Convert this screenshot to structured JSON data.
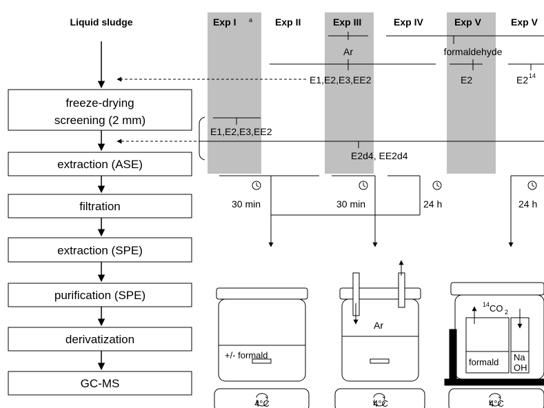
{
  "left_column": {
    "title": "Liquid sludge",
    "steps": [
      "freeze-drying\nscreening (2 mm)",
      "extraction (ASE)",
      "filtration",
      "extraction (SPE)",
      "purification (SPE)",
      "derivatization",
      "GC-MS"
    ]
  },
  "experiments": [
    {
      "label": "Exp I",
      "superscript": "a",
      "shaded": true
    },
    {
      "label": "Exp II",
      "shaded": false
    },
    {
      "label": "Exp III",
      "shaded": true
    },
    {
      "label": "Exp IV",
      "shaded": false
    },
    {
      "label": "Exp V",
      "shaded": true
    },
    {
      "label": "Exp V",
      "shaded": false
    }
  ],
  "labels": {
    "gas": "Ar",
    "preservative": "formaldehyde",
    "spike_early": "E1,E2,E3,EE2",
    "spike_e2": "E2",
    "spike_e2_14": "E2",
    "spike_e2_14_sup": "14",
    "spike_late": "E1,E2,E3,EE2",
    "deuterated": "E2d4, EE2d4"
  },
  "times": [
    "30 min",
    "30 min",
    "24 h",
    "24 h"
  ],
  "vessels": {
    "v1_text": "+/- formald",
    "v2_text": "Ar",
    "v3_co2": "CO",
    "v3_co2_sup": "14",
    "v3_co2_sub": "2",
    "v3_left": "formald",
    "v3_right_1": "Na",
    "v3_right_2": "OH",
    "temperature": "4°C"
  },
  "colors": {
    "shade": "#c0c0c0",
    "line": "#000000"
  }
}
